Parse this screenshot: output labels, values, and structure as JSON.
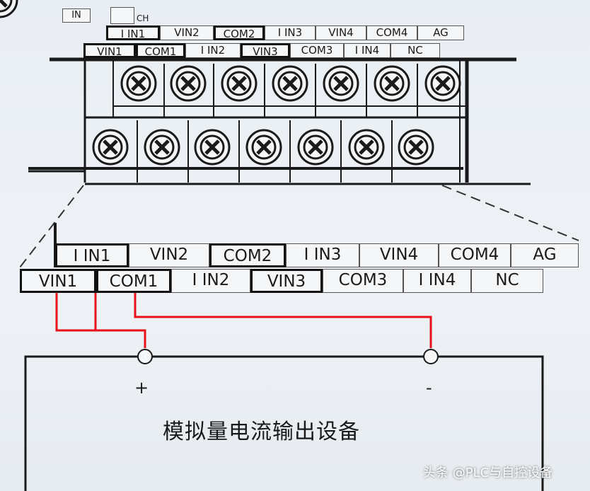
{
  "top_tags": {
    "in": "IN",
    "ch": "CH"
  },
  "small_terminal": {
    "upper_row": [
      "I IN1",
      "VIN2",
      "COM2",
      "I IN3",
      "VIN4",
      "COM4",
      "AG"
    ],
    "lower_row": [
      "VIN1",
      "COM1",
      "I IN2",
      "VIN3",
      "COM3",
      "I IN4",
      "NC"
    ]
  },
  "zoom_terminal": {
    "upper_row": [
      "I IN1",
      "VIN2",
      "COM2",
      "I IN3",
      "VIN4",
      "COM4",
      "AG"
    ],
    "lower_row": [
      "VIN1",
      "COM1",
      "I IN2",
      "VIN3",
      "COM3",
      "I IN4",
      "NC"
    ]
  },
  "device": {
    "name": "模拟量电流输出设备",
    "plus": "+",
    "minus": "-"
  },
  "watermark": "头条 @PLC与自控设备",
  "colors": {
    "wire": "#e8111a",
    "line": "#1a1a1a",
    "label_bg": "#f4f6f8"
  }
}
